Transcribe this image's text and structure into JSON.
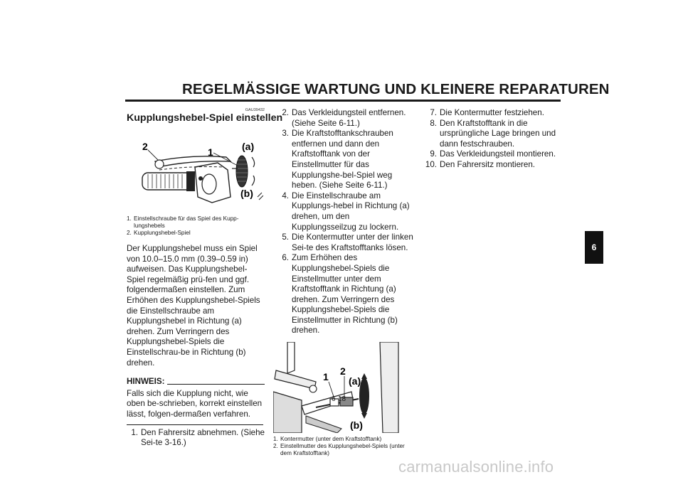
{
  "header": {
    "title": "REGELMÄSSIGE WARTUNG UND KLEINERE REPARATUREN"
  },
  "section": {
    "code": "GAU39432",
    "title": "Kupplungshebel-Spiel einstellen"
  },
  "figure1": {
    "labels": {
      "n1": "1",
      "n2": "2",
      "a": "(a)",
      "b": "(b)"
    },
    "captions": [
      {
        "num": "1.",
        "text": "Einstellschraube für das Spiel des Kupp-lungshebels"
      },
      {
        "num": "2.",
        "text": "Kupplungshebel-Spiel"
      }
    ]
  },
  "intro": "Der Kupplungshebel muss ein Spiel von 10.0–15.0 mm (0.39–0.59 in) aufweisen. Das Kupplungshebel-Spiel regelmäßig prü-fen und ggf. folgendermaßen einstellen. Zum Erhöhen des Kupplungshebel-Spiels die Einstellschraube am Kupplungshebel in Richtung (a) drehen. Zum Verringern des Kupplungshebel-Spiels die Einstellschrau-be in Richtung (b) drehen.",
  "hinweis": {
    "label": "HINWEIS:",
    "text": "Falls sich die Kupplung nicht, wie oben be-schrieben, korrekt einstellen lässt, folgen-dermaßen verfahren."
  },
  "steps": [
    {
      "num": "1.",
      "text": "Den Fahrersitz abnehmen. (Siehe Sei-te 3-16.)"
    },
    {
      "num": "2.",
      "text": "Das Verkleidungsteil entfernen. (Siehe Seite 6-11.)"
    },
    {
      "num": "3.",
      "text": "Die Kraftstofftankschrauben entfernen und dann den Kraftstofftank von der Einstellmutter für das Kupplungshe-bel-Spiel weg heben. (Siehe Seite 6-11.)"
    },
    {
      "num": "4.",
      "text": "Die Einstellschraube am Kupplungs-hebel in Richtung (a) drehen, um den Kupplungsseilzug zu lockern."
    },
    {
      "num": "5.",
      "text": "Die Kontermutter unter der linken Sei-te des Kraftstofftanks lösen."
    },
    {
      "num": "6.",
      "text": "Zum Erhöhen des Kupplungshebel-Spiels die Einstellmutter unter dem Kraftstofftank in Richtung (a) drehen. Zum Verringern des Kupplungshebel-Spiels die Einstellmutter in Richtung (b) drehen."
    },
    {
      "num": "7.",
      "text": "Die Kontermutter festziehen."
    },
    {
      "num": "8.",
      "text": "Den Kraftstofftank in die ursprüngliche Lage bringen und dann festschrauben."
    },
    {
      "num": "9.",
      "text": "Das Verkleidungsteil montieren."
    },
    {
      "num": "10.",
      "text": "Den Fahrersitz montieren."
    }
  ],
  "figure2": {
    "labels": {
      "n1": "1",
      "n2": "2",
      "a": "(a)",
      "b": "(b)"
    },
    "captions": [
      {
        "num": "1.",
        "text": "Kontermutter (unter dem Kraftstofftank)"
      },
      {
        "num": "2.",
        "text": "Einstellmutter des Kupplungshebel-Spiels (unter dem Kraftstofftank)"
      }
    ]
  },
  "chapter_tab": "6",
  "page_number": "6-18",
  "watermark": "carmanualsonline.info"
}
